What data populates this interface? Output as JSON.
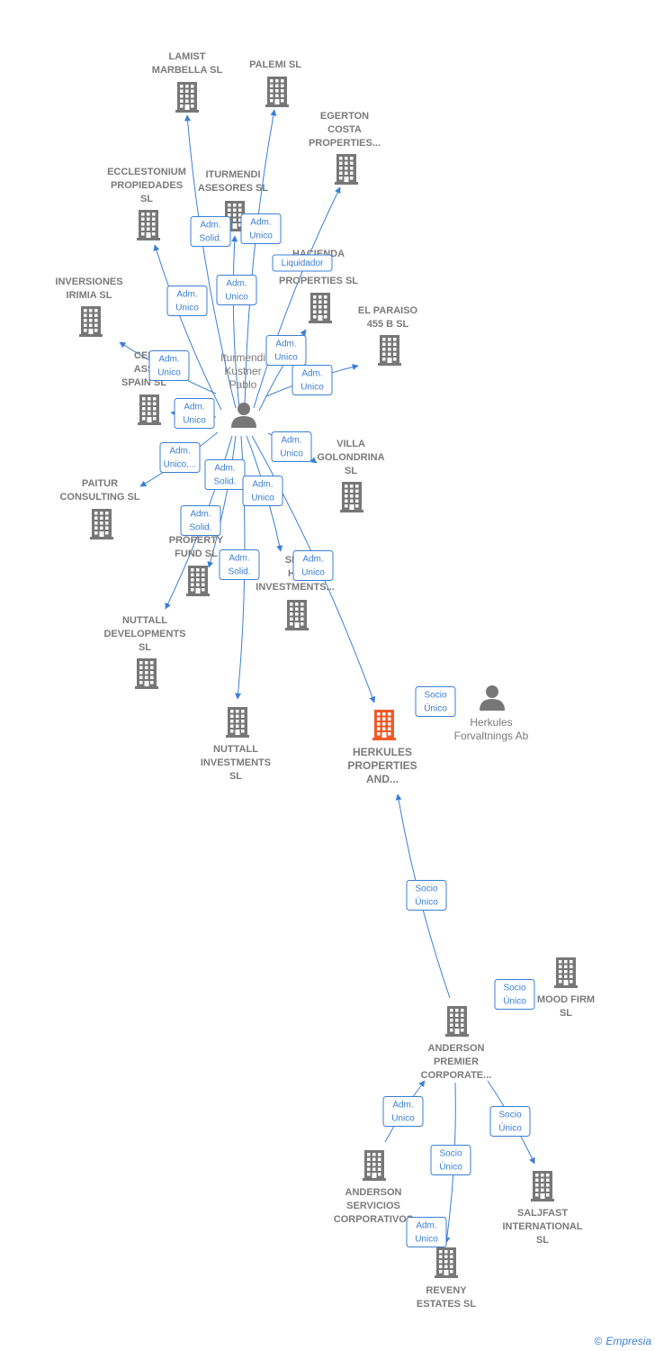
{
  "colors": {
    "edge": "#3a7fd5",
    "building": "#777777",
    "focus": "#f05a28",
    "person": "#777777",
    "label": "#7a7a7a"
  },
  "nodes": [
    {
      "id": "lamist",
      "type": "building",
      "lines": [
        "LAMIST",
        "MARBELLA SL"
      ]
    },
    {
      "id": "palemi",
      "type": "building",
      "lines": [
        "PALEMI SL"
      ]
    },
    {
      "id": "egerton",
      "type": "building",
      "lines": [
        "EGERTON",
        "COSTA",
        "PROPERTIES..."
      ]
    },
    {
      "id": "ecclestonium",
      "type": "building",
      "lines": [
        "ECCLESTONIUM",
        "PROPIEDADES",
        "SL"
      ]
    },
    {
      "id": "iturmendi_asesores",
      "type": "building",
      "lines": [
        "ITURMENDI",
        "ASESORES  SL"
      ]
    },
    {
      "id": "hacienda",
      "type": "building",
      "lines": [
        "HACIENDA",
        "A",
        "PROPERTIES SL"
      ]
    },
    {
      "id": "inversiones_irimia",
      "type": "building",
      "lines": [
        "INVERSIONES",
        "IRIMIA SL"
      ]
    },
    {
      "id": "el_paraiso",
      "type": "building",
      "lines": [
        "EL PARAISO",
        "455 B  SL"
      ]
    },
    {
      "id": "cel_spain",
      "type": "building",
      "lines": [
        "CEL",
        "ASS",
        "SPAIN SL"
      ]
    },
    {
      "id": "iturmendi_pablo",
      "type": "person",
      "lines": [
        "Iturmendi",
        "Kustner",
        "Pablo"
      ]
    },
    {
      "id": "villa_golondrina",
      "type": "building",
      "lines": [
        "VILLA",
        "GOLONDRINA",
        "SL"
      ]
    },
    {
      "id": "paitur",
      "type": "building",
      "lines": [
        "PAITUR",
        "CONSULTING SL"
      ]
    },
    {
      "id": "h_property_fund",
      "type": "building",
      "lines": [
        "H",
        "PROPERTY",
        "FUND  SL"
      ]
    },
    {
      "id": "spr_investments",
      "type": "building",
      "lines": [
        "SPR",
        "HA",
        "INVESTMENTS..."
      ]
    },
    {
      "id": "nuttall_dev",
      "type": "building",
      "lines": [
        "NUTTALL",
        "DEVELOPMENTS",
        "SL"
      ]
    },
    {
      "id": "nuttall_inv",
      "type": "building",
      "lines": [
        "NUTTALL",
        "INVESTMENTS",
        "SL"
      ]
    },
    {
      "id": "herkules_properties",
      "type": "focus",
      "lines": [
        "HERKULES",
        "PROPERTIES",
        "AND..."
      ]
    },
    {
      "id": "herkules_forvaltnings",
      "type": "person",
      "lines": [
        "Herkules",
        "Forvaltnings Ab"
      ]
    },
    {
      "id": "mood_firm",
      "type": "building",
      "lines": [
        "MOOD FIRM",
        "SL"
      ]
    },
    {
      "id": "anderson_premier",
      "type": "building",
      "lines": [
        "ANDERSON",
        "PREMIER",
        "CORPORATE..."
      ]
    },
    {
      "id": "anderson_servicios",
      "type": "building",
      "lines": [
        "ANDERSON",
        "SERVICIOS",
        "CORPORATIVOS"
      ]
    },
    {
      "id": "saljfast",
      "type": "building",
      "lines": [
        "SALJFAST",
        "INTERNATIONAL",
        "SL"
      ]
    },
    {
      "id": "reveny",
      "type": "building",
      "lines": [
        "REVENY",
        "ESTATES  SL"
      ]
    }
  ],
  "edges": [
    {
      "from": "iturmendi_pablo",
      "to": "lamist",
      "label": [
        "Adm.",
        "Solid."
      ]
    },
    {
      "from": "iturmendi_pablo",
      "to": "palemi",
      "label": [
        "Adm.",
        "Unico"
      ]
    },
    {
      "from": "iturmendi_pablo",
      "to": "egerton",
      "label": [
        "Liquidador"
      ]
    },
    {
      "from": "iturmendi_pablo",
      "to": "ecclestonium",
      "label": [
        "Adm.",
        "Unico"
      ]
    },
    {
      "from": "iturmendi_pablo",
      "to": "iturmendi_asesores",
      "label": [
        "Adm.",
        "Unico"
      ]
    },
    {
      "from": "iturmendi_pablo",
      "to": "hacienda",
      "label": [
        "Adm.",
        "Unico"
      ]
    },
    {
      "from": "iturmendi_pablo",
      "to": "inversiones_irimia",
      "label": [
        "Adm.",
        "Unico"
      ]
    },
    {
      "from": "iturmendi_pablo",
      "to": "el_paraiso",
      "label": [
        "Adm.",
        "Unico"
      ]
    },
    {
      "from": "iturmendi_pablo",
      "to": "cel_spain",
      "label": [
        "Adm.",
        "Unico"
      ]
    },
    {
      "from": "iturmendi_pablo",
      "to": "villa_golondrina",
      "label": [
        "Adm.",
        "Unico"
      ]
    },
    {
      "from": "iturmendi_pablo",
      "to": "paitur",
      "label": [
        "Adm.",
        "Unico,..."
      ]
    },
    {
      "from": "iturmendi_pablo",
      "to": "h_property_fund",
      "label": [
        "Adm.",
        "Solid."
      ]
    },
    {
      "from": "iturmendi_pablo",
      "to": "spr_investments",
      "label": [
        "Adm.",
        "Unico"
      ]
    },
    {
      "from": "iturmendi_pablo",
      "to": "nuttall_dev",
      "label": [
        "Adm.",
        "Solid."
      ]
    },
    {
      "from": "iturmendi_pablo",
      "to": "nuttall_inv",
      "label": [
        "Adm.",
        "Solid."
      ]
    },
    {
      "from": "iturmendi_pablo",
      "to": "herkules_properties",
      "label": [
        "Adm.",
        "Unico"
      ]
    },
    {
      "from": "herkules_forvaltnings",
      "to": "herkules_properties",
      "label": [
        "Socio",
        "Único"
      ]
    },
    {
      "from": "anderson_premier",
      "to": "herkules_properties",
      "label": [
        "Socio",
        "Único"
      ]
    },
    {
      "from": "anderson_premier",
      "to": "mood_firm",
      "label": [
        "Socio",
        "Único"
      ]
    },
    {
      "from": "anderson_servicios",
      "to": "anderson_premier",
      "label": [
        "Adm.",
        "Unico"
      ]
    },
    {
      "from": "anderson_premier",
      "to": "saljfast",
      "label": [
        "Socio",
        "Único"
      ]
    },
    {
      "from": "anderson_premier",
      "to": "reveny",
      "label": [
        "Socio",
        "Único"
      ]
    },
    {
      "from": "anderson_servicios",
      "to": "reveny",
      "label": [
        "Adm.",
        "Unico"
      ]
    }
  ],
  "footer": {
    "copyright": "©",
    "brand": "Empresia"
  }
}
